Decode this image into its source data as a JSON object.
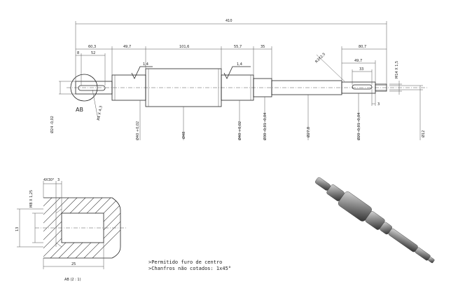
{
  "dims": {
    "overall": "410",
    "d60_3": "60,3",
    "d52": "52",
    "d8": "8",
    "d49_7a": "49,7",
    "d101_6": "101,6",
    "d55_7": "55,7",
    "d35": "35",
    "d80_7": "80,7",
    "d49_7b": "49,7",
    "d33": "33",
    "m14": "M14 X 1,5",
    "r": "R3X2,5",
    "d3": "3",
    "dia24": "Ø24 -0,02",
    "r4": "R4 X 4,3",
    "dia40a": "Ø40 +0,02",
    "dia48": "Ø48",
    "dia40b": "Ø40 +0,02",
    "dia30a": "Ø30 -0,01 -0,04",
    "dia27_8": "Ø27,8",
    "dia20": "Ø20 -0,01 -0,04",
    "dia12": "Ø12",
    "rough1": "1,4",
    "rough2": "1,4",
    "detail_label": "AB",
    "det_4x30": "4X30°",
    "det_3": "3",
    "det_m8": "M8 X 1,25",
    "det_13": "13",
    "det_25": "25"
  },
  "notes": [
    ">Permitido furo de centro",
    ">Chanfros não cotados: 1x45°"
  ],
  "detail_caption": "AB (2 : 1)"
}
